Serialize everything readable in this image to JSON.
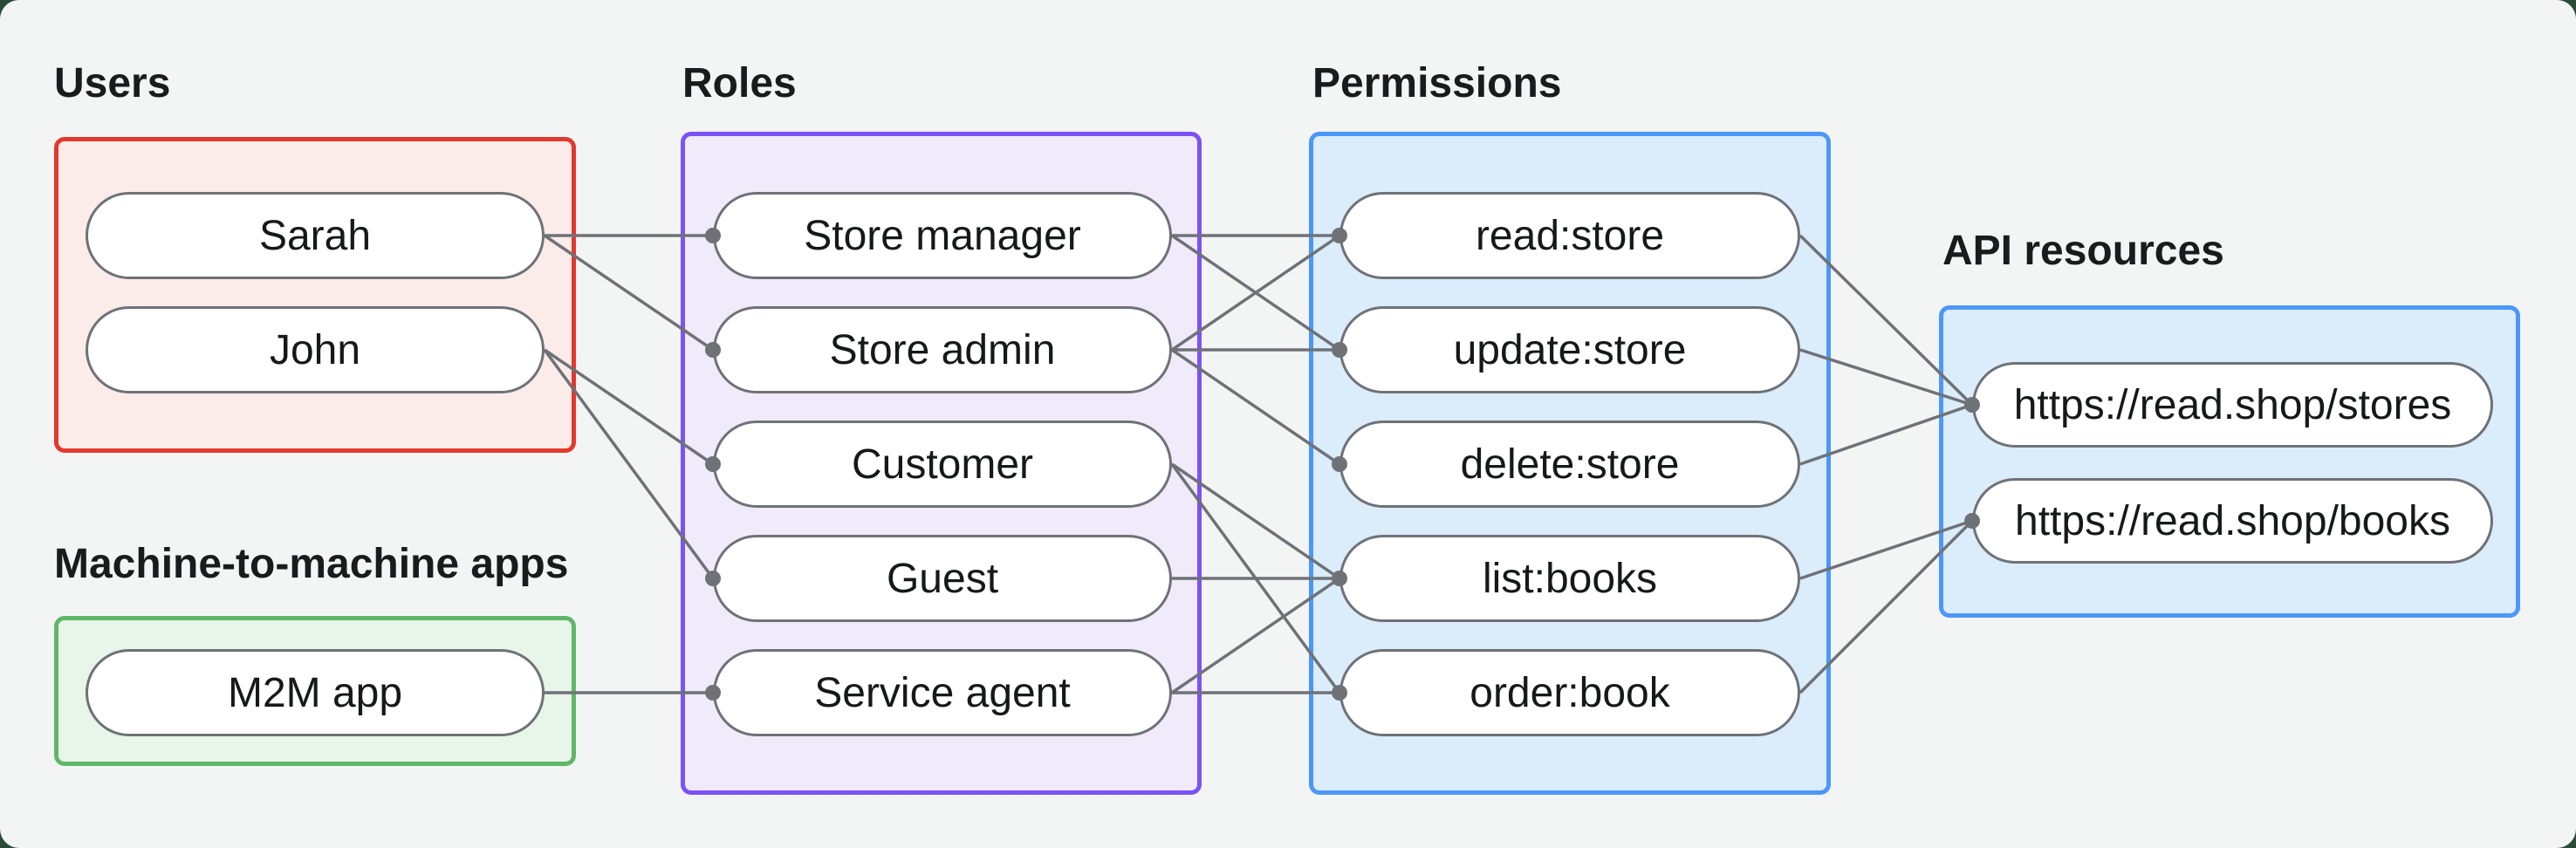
{
  "page": {
    "background_color": "#2a4a38",
    "canvas_color": "#f3f5f4"
  },
  "styles": {
    "line_color": "#6e7277",
    "pill_border_color": "#6e7277",
    "pill_fill_color": "#ffffff",
    "text_color": "#17181a",
    "title_color": "#1a1b1d"
  },
  "groups": [
    {
      "id": "users",
      "title": "Users",
      "border_color": "#e3382e",
      "fill_color": "#fbecea",
      "nodes": [
        {
          "id": "sarah",
          "label": "Sarah"
        },
        {
          "id": "john",
          "label": "John"
        }
      ]
    },
    {
      "id": "m2m_apps",
      "title": "Machine-to-machine apps",
      "border_color": "#60b768",
      "fill_color": "#e8f5e9",
      "nodes": [
        {
          "id": "m2m_app",
          "label": "M2M app"
        }
      ]
    },
    {
      "id": "roles",
      "title": "Roles",
      "border_color": "#7b52f5",
      "fill_color": "#f0eafa",
      "nodes": [
        {
          "id": "store_manager",
          "label": "Store manager"
        },
        {
          "id": "store_admin",
          "label": "Store admin"
        },
        {
          "id": "customer",
          "label": "Customer"
        },
        {
          "id": "guest",
          "label": "Guest"
        },
        {
          "id": "service_agent",
          "label": "Service agent"
        }
      ]
    },
    {
      "id": "permissions",
      "title": "Permissions",
      "border_color": "#4c97f8",
      "fill_color": "#dbecfb",
      "nodes": [
        {
          "id": "read_store",
          "label": "read:store"
        },
        {
          "id": "update_store",
          "label": "update:store"
        },
        {
          "id": "delete_store",
          "label": "delete:store"
        },
        {
          "id": "list_books",
          "label": "list:books"
        },
        {
          "id": "order_book",
          "label": "order:book"
        }
      ]
    },
    {
      "id": "api_resources",
      "title": "API resources",
      "border_color": "#4c97f8",
      "fill_color": "#dbecfb",
      "nodes": [
        {
          "id": "stores_api",
          "label": "https://read.shop/stores"
        },
        {
          "id": "books_api",
          "label": "https://read.shop/books"
        }
      ]
    }
  ],
  "edges": [
    {
      "from": "sarah",
      "to": "store_manager"
    },
    {
      "from": "sarah",
      "to": "store_admin"
    },
    {
      "from": "john",
      "to": "customer"
    },
    {
      "from": "john",
      "to": "guest"
    },
    {
      "from": "m2m_app",
      "to": "service_agent"
    },
    {
      "from": "store_manager",
      "to": "read_store"
    },
    {
      "from": "store_manager",
      "to": "update_store"
    },
    {
      "from": "store_admin",
      "to": "read_store"
    },
    {
      "from": "store_admin",
      "to": "update_store"
    },
    {
      "from": "store_admin",
      "to": "delete_store"
    },
    {
      "from": "customer",
      "to": "list_books"
    },
    {
      "from": "customer",
      "to": "order_book"
    },
    {
      "from": "guest",
      "to": "list_books"
    },
    {
      "from": "service_agent",
      "to": "list_books"
    },
    {
      "from": "service_agent",
      "to": "order_book"
    },
    {
      "from": "read_store",
      "to": "stores_api"
    },
    {
      "from": "update_store",
      "to": "stores_api"
    },
    {
      "from": "delete_store",
      "to": "stores_api"
    },
    {
      "from": "list_books",
      "to": "books_api"
    },
    {
      "from": "order_book",
      "to": "books_api"
    }
  ]
}
